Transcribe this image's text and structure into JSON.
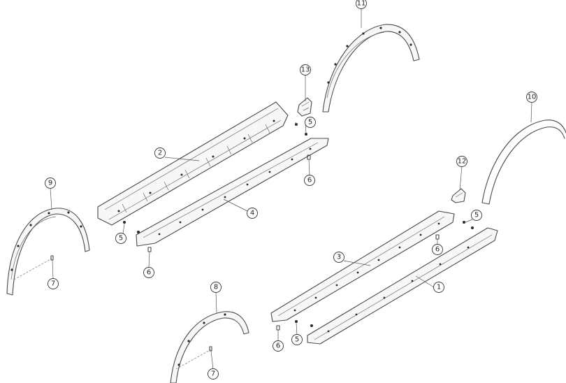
{
  "callouts": [
    {
      "id": "c1",
      "label": "1"
    },
    {
      "id": "c2",
      "label": "2"
    },
    {
      "id": "c3",
      "label": "3"
    },
    {
      "id": "c4",
      "label": "4"
    },
    {
      "id": "c5a",
      "label": "5"
    },
    {
      "id": "c5b",
      "label": "5"
    },
    {
      "id": "c5c",
      "label": "5"
    },
    {
      "id": "c5d",
      "label": "5"
    },
    {
      "id": "c6a",
      "label": "6"
    },
    {
      "id": "c6b",
      "label": "6"
    },
    {
      "id": "c6c",
      "label": "6"
    },
    {
      "id": "c6d",
      "label": "6"
    },
    {
      "id": "c7a",
      "label": "7"
    },
    {
      "id": "c7b",
      "label": "7"
    },
    {
      "id": "c8",
      "label": "8"
    },
    {
      "id": "c9",
      "label": "9"
    },
    {
      "id": "c10",
      "label": "10"
    },
    {
      "id": "c11",
      "label": "11"
    },
    {
      "id": "c12",
      "label": "12"
    },
    {
      "id": "c13",
      "label": "13"
    }
  ]
}
